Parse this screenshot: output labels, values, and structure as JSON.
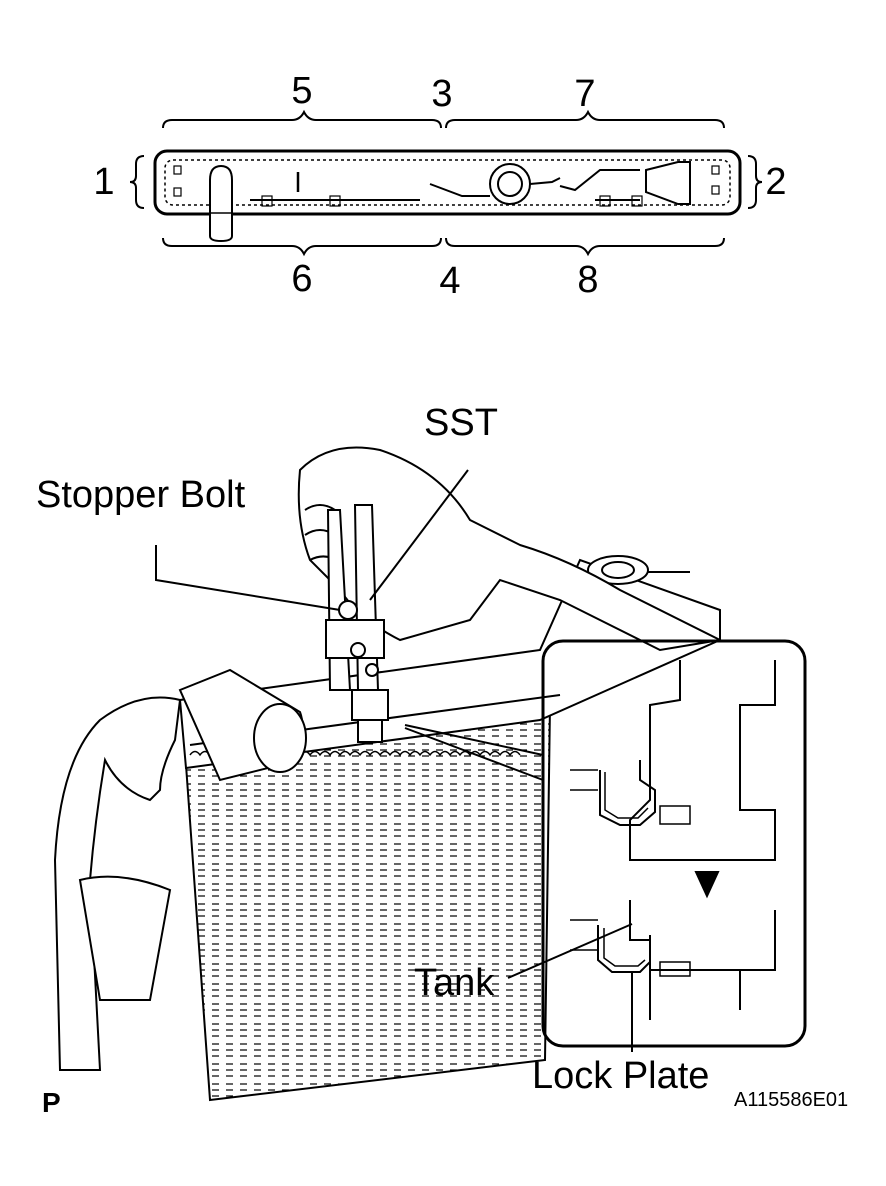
{
  "sequence_numbers": [
    "1",
    "2",
    "3",
    "4",
    "5",
    "6",
    "7",
    "8"
  ],
  "callouts": {
    "sst": "SST",
    "stopper_bolt": "Stopper Bolt",
    "tank": "Tank",
    "lock_plate": "Lock Plate"
  },
  "corner_mark": "P",
  "figure_code": "A115586E01"
}
